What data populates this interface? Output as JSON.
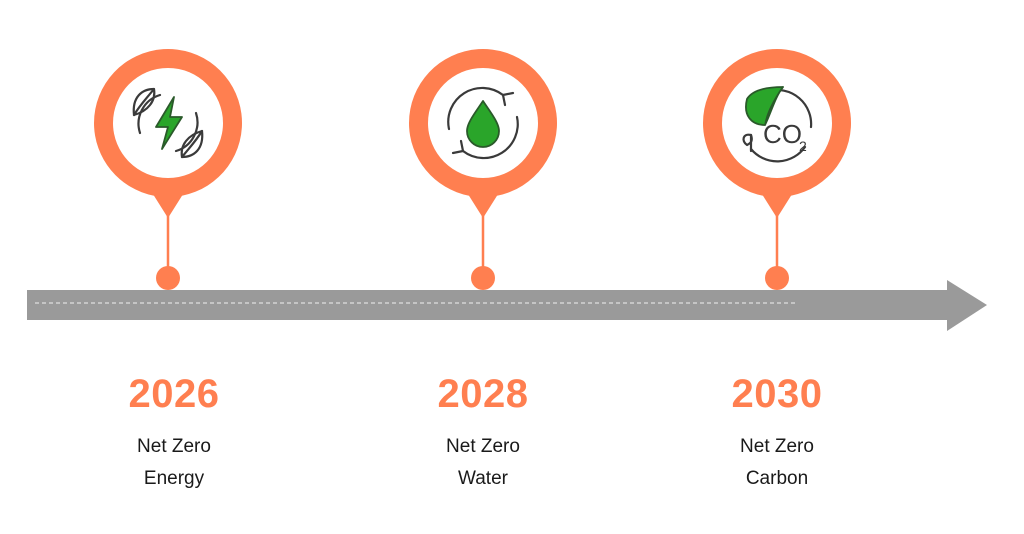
{
  "colors": {
    "accent": "#ff7f50",
    "arrow": "#9a9a9a",
    "icon_green": "#2aa52a",
    "icon_stroke": "#3a3a3a"
  },
  "milestones": [
    {
      "year": "2026",
      "line1": "Net Zero",
      "line2": "Energy",
      "icon": "energy-leaf-lightning-icon"
    },
    {
      "year": "2028",
      "line1": "Net Zero",
      "line2": "Water",
      "icon": "water-drop-cycle-icon"
    },
    {
      "year": "2030",
      "line1": "Net Zero",
      "line2": "Carbon",
      "icon": "co2-leaf-icon"
    }
  ],
  "co2": {
    "text": "CO",
    "sub": "2"
  }
}
